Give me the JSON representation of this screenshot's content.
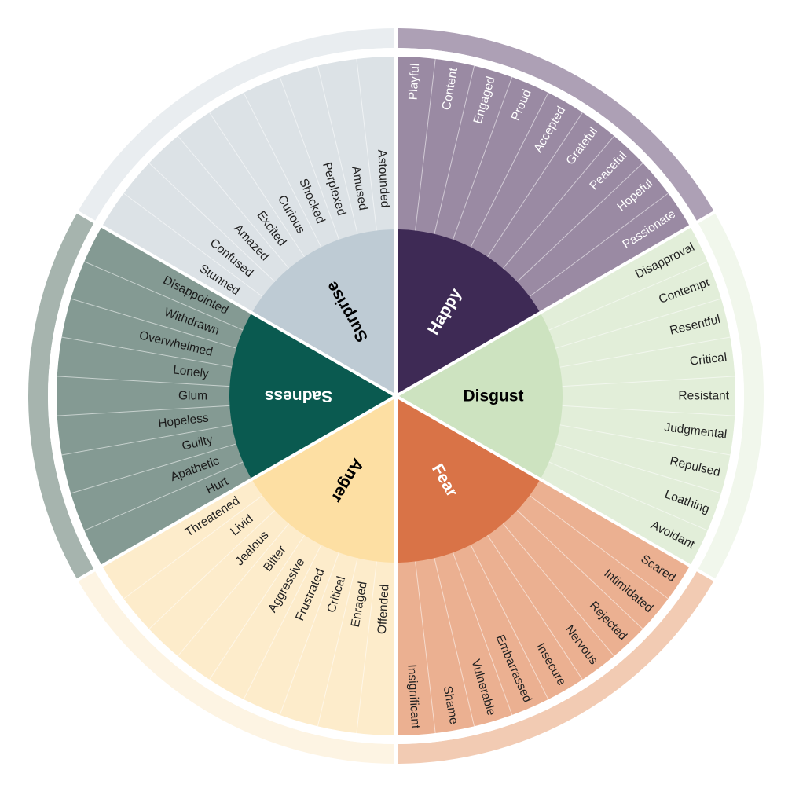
{
  "colors": {
    "divider": "#ffffff",
    "background": "#ffffff"
  },
  "emotions": [
    {
      "name": "Happy",
      "core_color": "#3e2a55",
      "wedge_color": "#9a8aa3",
      "ring_color": "#ada0b5",
      "label_color": "#ffffff",
      "word_color": "#ffffff",
      "words": [
        "Playful",
        "Content",
        "Engaged",
        "Proud",
        "Accepted",
        "Grateful",
        "Peaceful",
        "Hopeful",
        "Passionate"
      ]
    },
    {
      "name": "Disgust",
      "core_color": "#cde3c0",
      "wedge_color": "#e2eed9",
      "ring_color": "#f1f7ec",
      "label_color": "#000000",
      "word_color": "#222222",
      "words": [
        "Disapproval",
        "Contempt",
        "Resentful",
        "Critical",
        "Resistant",
        "Judgmental",
        "Repulsed",
        "Loathing",
        "Avoidant"
      ]
    },
    {
      "name": "Fear",
      "core_color": "#d97347",
      "wedge_color": "#ebb091",
      "ring_color": "#f2cbb3",
      "label_color": "#ffffff",
      "word_color": "#222222",
      "words": [
        "Scared",
        "Intimidated",
        "Rejected",
        "Nervous",
        "Insecure",
        "Embarrassed",
        "Vulnerable",
        "Shame",
        "Insignificant"
      ]
    },
    {
      "name": "Anger",
      "core_color": "#fddfa3",
      "wedge_color": "#fdeccb",
      "ring_color": "#fdf4e3",
      "label_color": "#000000",
      "word_color": "#222222",
      "words": [
        "Offended",
        "Enraged",
        "Critical",
        "Frustrated",
        "Aggressive",
        "Bitter",
        "Jealous",
        "Livid",
        "Threatened"
      ]
    },
    {
      "name": "Sadness",
      "core_color": "#0a5a50",
      "wedge_color": "#849a93",
      "ring_color": "#a6b4ae",
      "label_color": "#ffffff",
      "word_color": "#1a1a1a",
      "words": [
        "Hurt",
        "Apathetic",
        "Guilty",
        "Hopeless",
        "Glum",
        "Lonely",
        "Overwhelmed",
        "Withdrawn",
        "Disappointed"
      ]
    },
    {
      "name": "Surprise",
      "core_color": "#becbd4",
      "wedge_color": "#dce2e6",
      "ring_color": "#e9edf0",
      "label_color": "#000000",
      "word_color": "#222222",
      "words": [
        "Stunned",
        "Confused",
        "Amazed",
        "Excited",
        "Curious",
        "Shocked",
        "Perplexed",
        "Amused",
        "Astounded"
      ]
    }
  ]
}
